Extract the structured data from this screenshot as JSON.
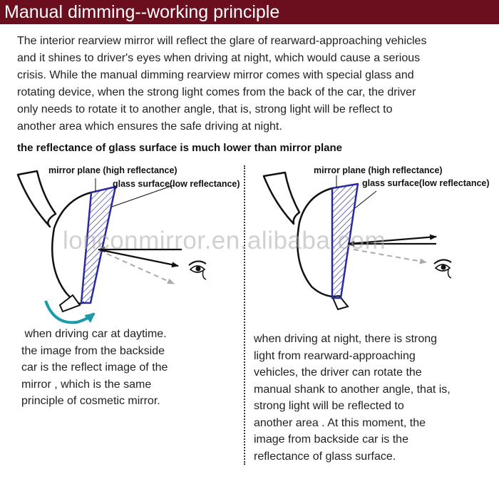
{
  "header": {
    "title": "Manual dimming--working principle"
  },
  "intro": {
    "lines": [
      "The interior rearview mirror will reflect the glare of rearward-approaching vehicles",
      "and it shines to driver's eyes when driving at night, which would cause a serious",
      "crisis. While the manual dimming rearview mirror comes with special glass and",
      "rotating device, when the strong light comes from the back of the car, the driver",
      "only needs to rotate it to another angle, that is,  strong light will be reflect to",
      "another area which ensures the safe driving at night."
    ]
  },
  "subtitle": "the reflectance of glass surface is much lower than mirror plane",
  "diagram_left": {
    "label_mirror": "mirror plane (high reflectance)",
    "label_glass": "glass surface(low reflectance)",
    "caption_lines": [
      " when driving car at daytime.",
      "the image from the backside",
      "car is the reflect image of the",
      "mirror , which is the same",
      "principle of cosmetic mirror."
    ]
  },
  "diagram_right": {
    "label_mirror": "mirror plane (high reflectance)",
    "label_glass": "glass surface(low reflectance)",
    "caption_lines": [
      "when driving at night, there is strong",
      "light from rearward-approaching",
      "vehicles, the driver can rotate the",
      "manual shank to another angle, that is,",
      "strong light will be reflected to",
      "another area . At this moment, the",
      "image from backside car is the",
      "reflectance of glass surface."
    ]
  },
  "watermark": "lonconmirror.en.alibaba.com",
  "colors": {
    "header_bg": "#6b0f1f",
    "glass_blue": "#2a2aa0",
    "rotate_arrow": "#1b9aaa",
    "dashed_gray": "#aaaaaa"
  }
}
